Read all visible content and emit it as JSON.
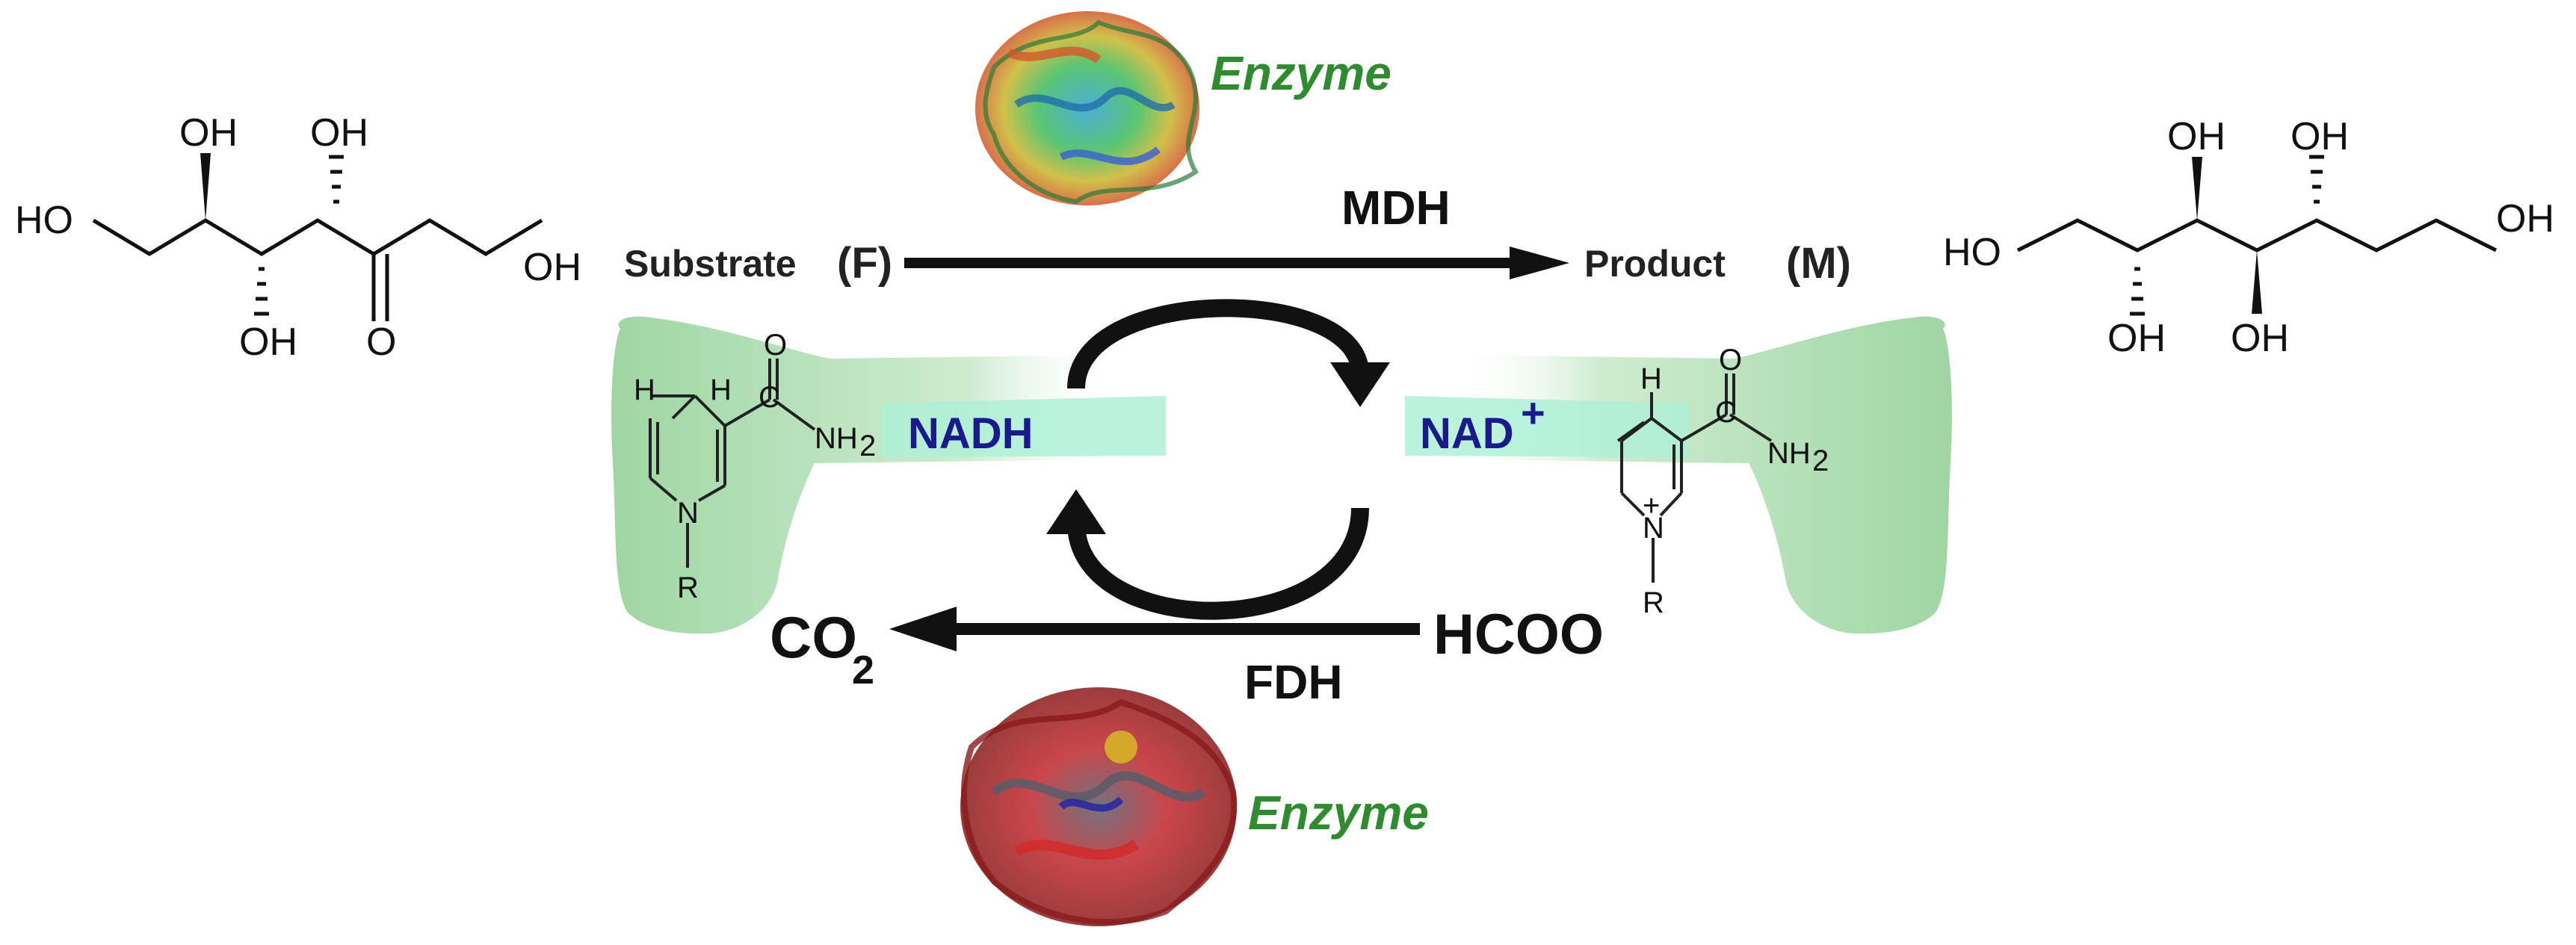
{
  "reaction": {
    "substrate_label": "Substrate",
    "substrate_code": "(F)",
    "product_label": "Product",
    "product_code": "(M)",
    "top_enzyme_name": "MDH",
    "bottom_enzyme_name": "FDH",
    "enzyme_caption_top": "Enzyme",
    "enzyme_caption_bottom": "Enzyme"
  },
  "cofactors": {
    "reduced": "NADH",
    "oxidized": "NAD",
    "oxidized_charge": "+"
  },
  "regeneration": {
    "donor": "HCOO",
    "byproduct_main": "CO",
    "byproduct_subscript": "2"
  },
  "molecule_atoms": {
    "oh": "OH",
    "ho": "HO",
    "o": "O",
    "h": "H",
    "n": "N",
    "c": "C",
    "r": "R",
    "nh": "NH",
    "nh_sub": "2",
    "plus": "+"
  },
  "colors": {
    "enzyme_text": "#2e8b2e",
    "cofactor_text": "#1a1a8c",
    "cofactor_bg": "#bfe6c3",
    "cofactor_bar": "#aef0d6",
    "arrow": "#111111"
  }
}
